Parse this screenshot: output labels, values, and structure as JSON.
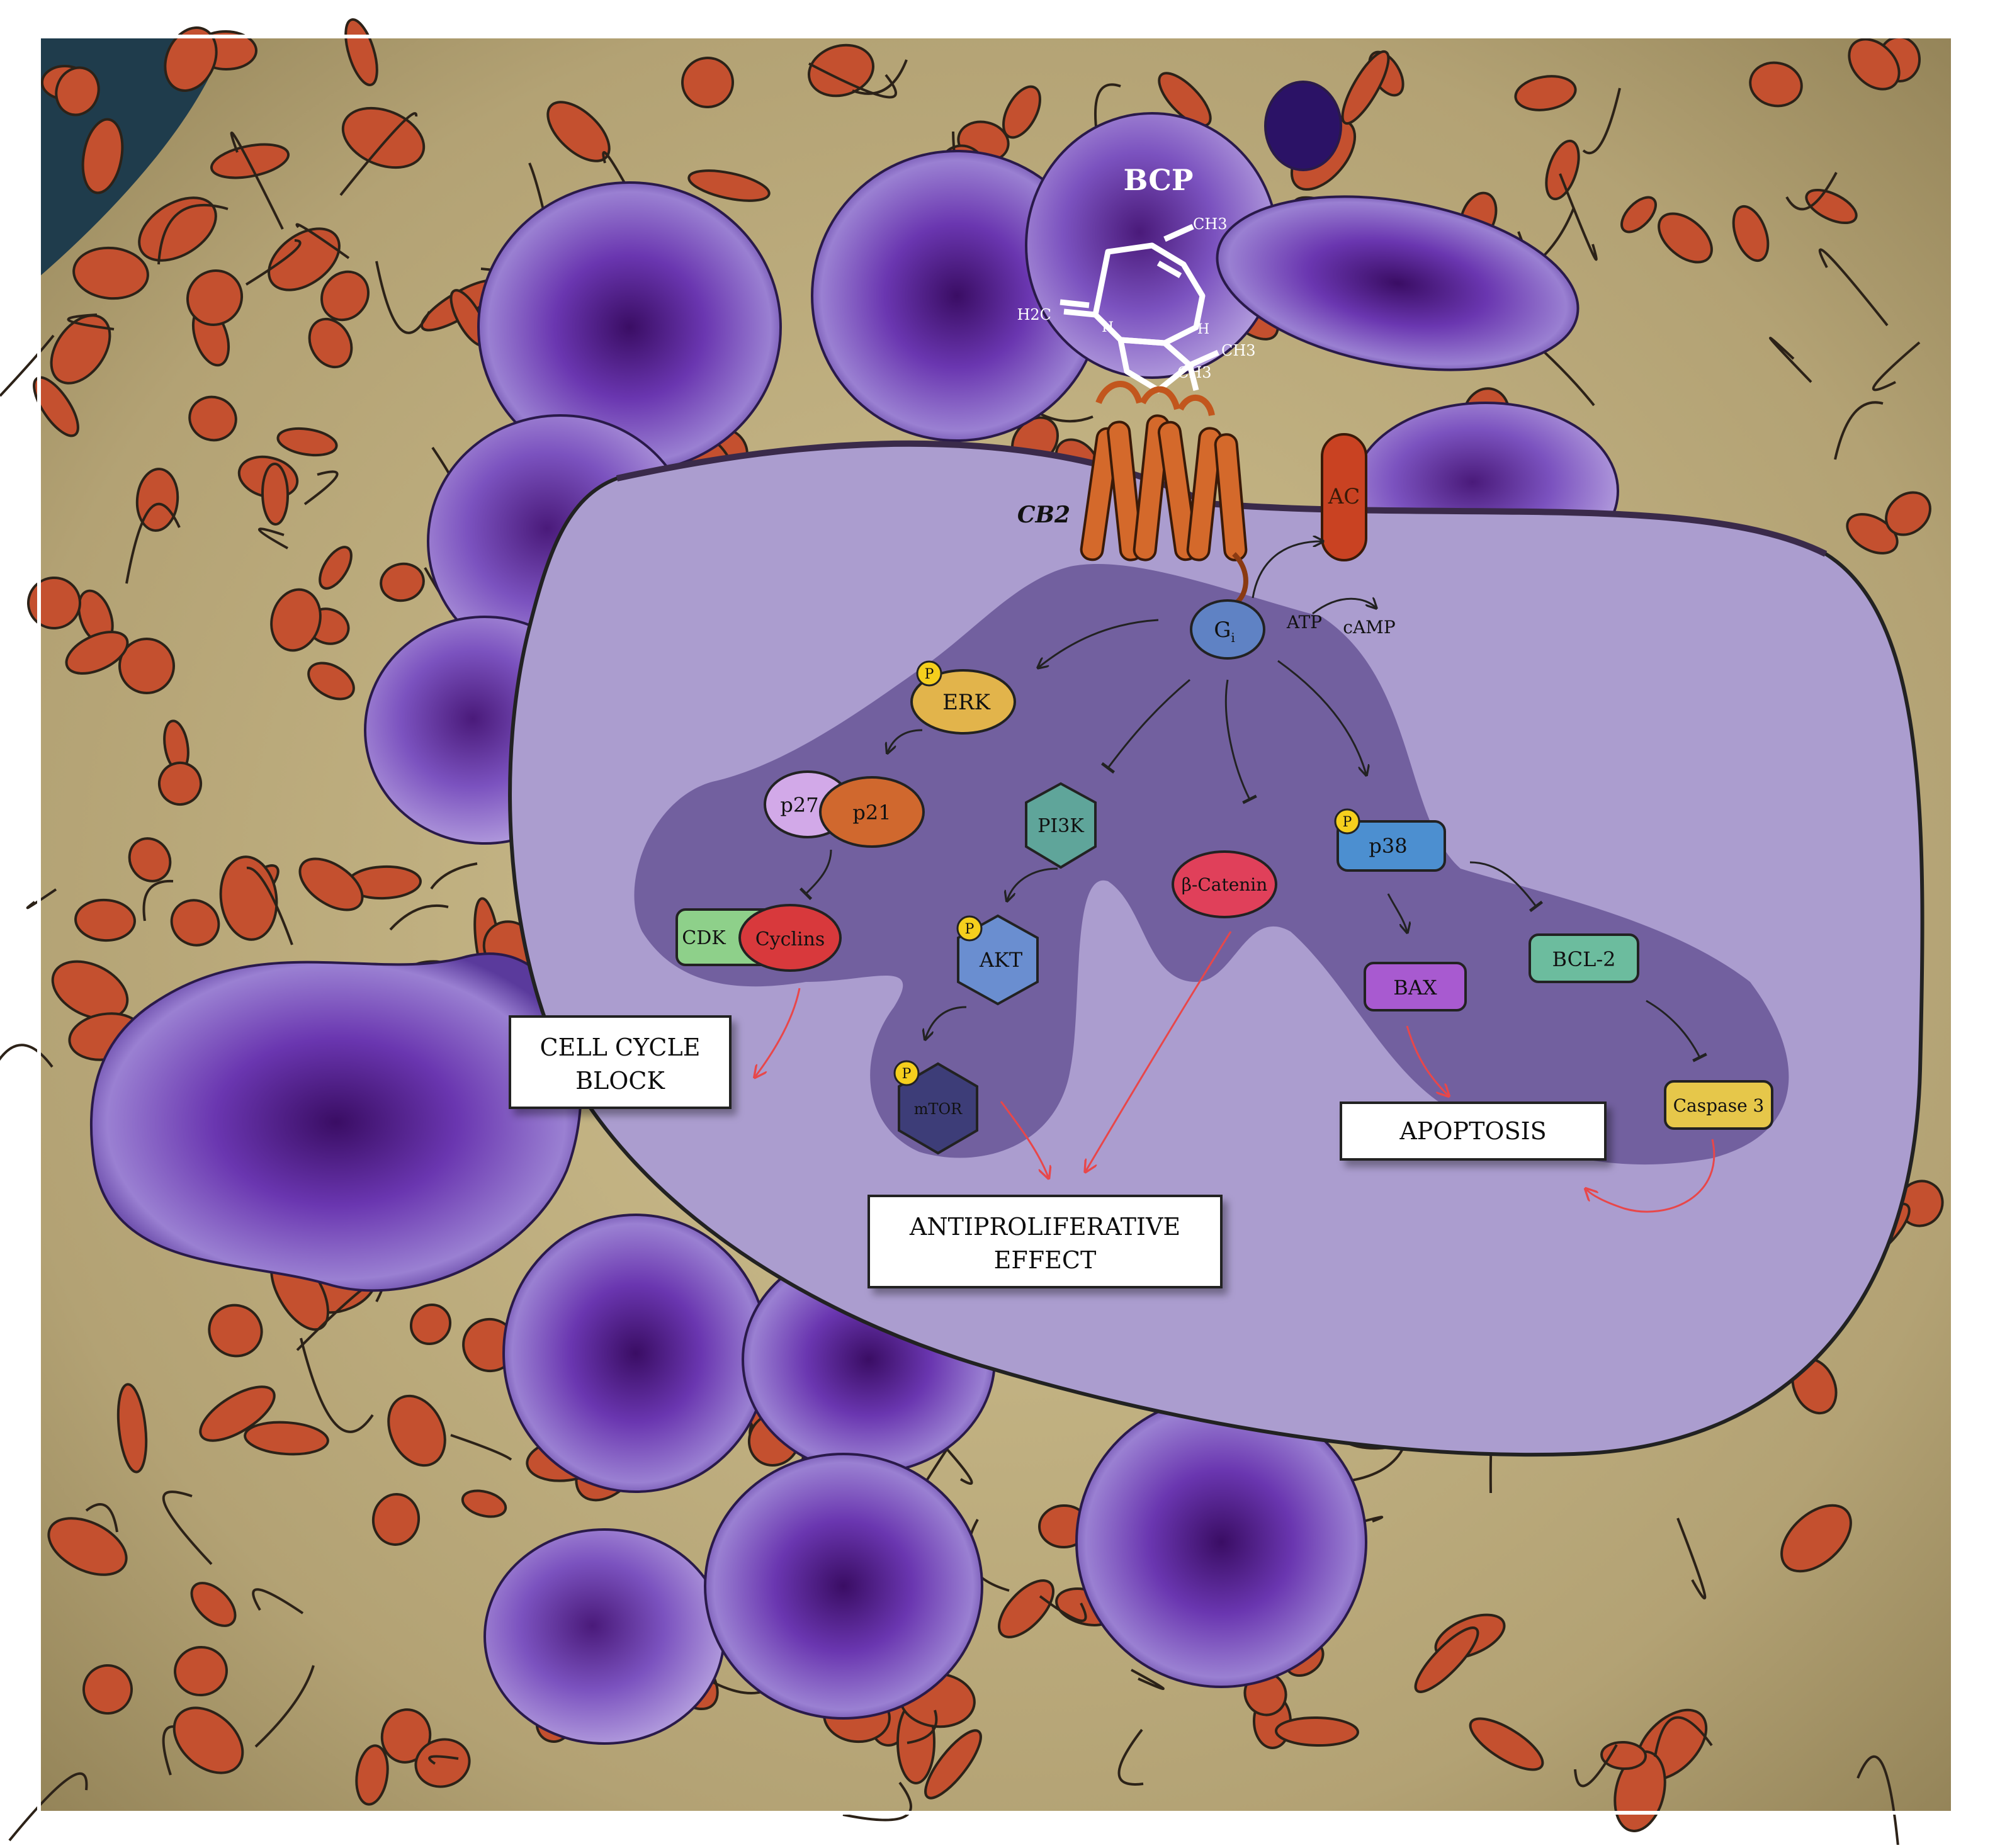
{
  "ligand": {
    "name": "BCP",
    "groups": {
      "ch3_top": "CH3",
      "h2c": "H2C",
      "h_left": "H",
      "h_right": "H",
      "ch3_right": "CH3",
      "ch3_bottom": "CH3"
    }
  },
  "membrane": {
    "receptor": "CB2",
    "cyclase": "AC"
  },
  "gprotein": {
    "base": "G",
    "sub": "i"
  },
  "nucleotides": {
    "atp": "ATP",
    "camp": "cAMP"
  },
  "phospho_tag": "P",
  "nodes": {
    "erk": "ERK",
    "p27": "p27",
    "p21": "p21",
    "pi3k": "PI3K",
    "catenin": "β-Catenin",
    "p38": "p38",
    "cdk": "CDK",
    "cyclins": "Cyclins",
    "akt": "AKT",
    "mtor": "mTOR",
    "bax": "BAX",
    "bcl2": "BCL-2",
    "caspase3": "Caspase 3"
  },
  "outcomes": {
    "cell_cycle_l1": "CELL CYCLE",
    "cell_cycle_l2": "BLOCK",
    "antiprolif_l1": "ANTIPROLIFERATIVE",
    "antiprolif_l2": "EFFECT",
    "apoptosis": "APOPTOSIS"
  },
  "colors": {
    "tissue": "#b6a577",
    "rbc": "#c4502f",
    "cell_dark": "#5a2a9c",
    "cell_light": "#9c82d0",
    "cytoplasm": "#ab9dcf",
    "cytoplasm_dark": "#6c5a99",
    "receptor": "#d4692b",
    "activation_arrow": "#2b2b2b",
    "outcome_arrow": "#e8474a",
    "phospho": "#f5cf1d"
  }
}
